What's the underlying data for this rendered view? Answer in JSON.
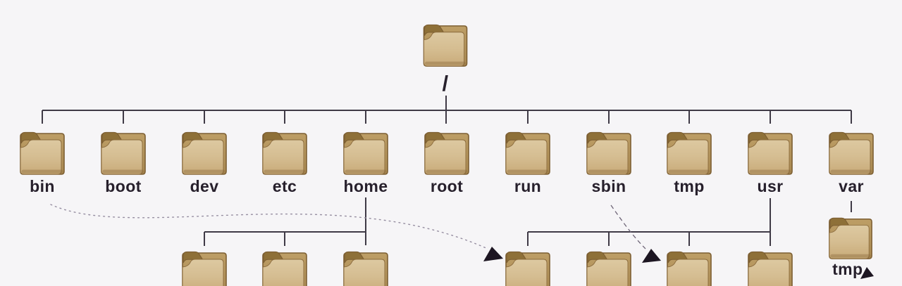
{
  "diagram": {
    "name": "linux-filesystem-hierarchy",
    "background": "#f6f5f7",
    "line_color": "#3f3a46",
    "text_color": "#27202c",
    "folder_colors": {
      "front_top": "#ddc9a1",
      "front_bottom": "#c8aa78",
      "tab": "#8e7038",
      "back": "#b7985f",
      "outline": "#7d5f33"
    },
    "tree": {
      "root": {
        "label": "/"
      },
      "level1": [
        {
          "label": "bin"
        },
        {
          "label": "boot"
        },
        {
          "label": "dev"
        },
        {
          "label": "etc"
        },
        {
          "label": "home"
        },
        {
          "label": "root"
        },
        {
          "label": "run"
        },
        {
          "label": "sbin"
        },
        {
          "label": "tmp"
        },
        {
          "label": "usr"
        },
        {
          "label": "var"
        }
      ],
      "home_children": [
        {
          "label": ""
        },
        {
          "label": ""
        },
        {
          "label": ""
        }
      ],
      "usr_children": [
        {
          "label": ""
        },
        {
          "label": ""
        },
        {
          "label": ""
        },
        {
          "label": ""
        }
      ],
      "var_children": [
        {
          "label": "tmp"
        }
      ]
    },
    "links": [
      {
        "name": "bin-symlink-arrow",
        "style": "dotted",
        "color": "#958da0"
      },
      {
        "name": "sbin-symlink-arrow",
        "style": "dashed",
        "color": "#6e6577"
      },
      {
        "name": "var-tmp-arrowhead",
        "style": "arrowhead",
        "color": "#1d1622"
      }
    ]
  }
}
